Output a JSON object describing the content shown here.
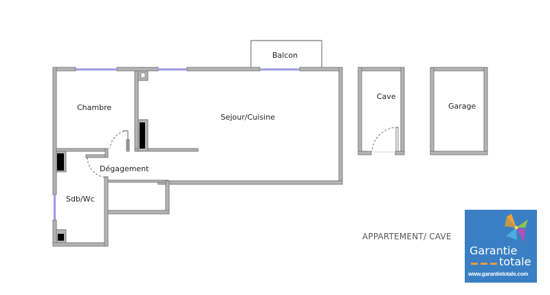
{
  "plan": {
    "title": "APPARTEMENT/ CAVE",
    "rooms": [
      {
        "id": "chambre",
        "label": "Chambre"
      },
      {
        "id": "sejour",
        "label": "Sejour/Cuisine"
      },
      {
        "id": "balcon",
        "label": "Balcon"
      },
      {
        "id": "degagement",
        "label": "Dégagement"
      },
      {
        "id": "sdb",
        "label": "Sdb/Wc"
      },
      {
        "id": "cave",
        "label": "Cave"
      },
      {
        "id": "garage",
        "label": "Garage"
      }
    ],
    "colors": {
      "wall_fill": "#b4b4b4",
      "wall_stroke": "#7a7a7a",
      "window": "#9a9ae6",
      "duct": "#000000"
    }
  },
  "logo": {
    "title": "Garantie",
    "subtitle": "totale",
    "url": "www.garantietotale.com",
    "background": "#3a7fc4",
    "accent": "#f39a3a"
  }
}
